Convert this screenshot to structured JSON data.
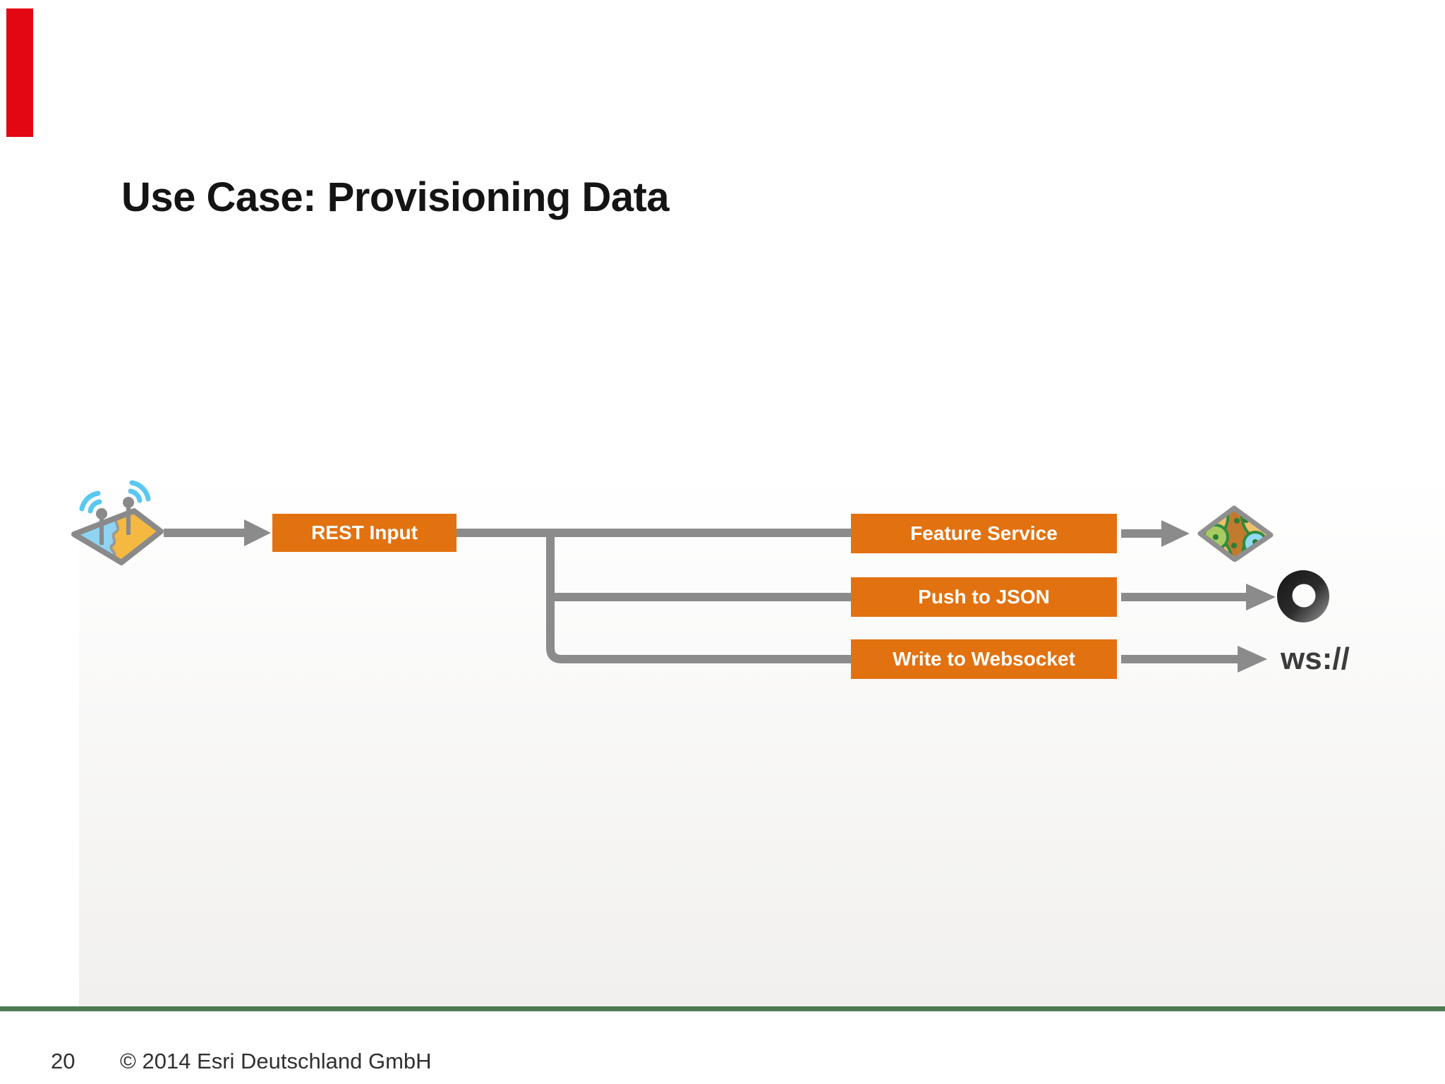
{
  "slide": {
    "title": "Use Case: Provisioning Data",
    "page_number": "20",
    "copyright": "© 2014 Esri Deutschland GmbH"
  },
  "diagram": {
    "source_icon": "wireless-sensor-map-icon",
    "input_node": {
      "label": "REST Input"
    },
    "output_nodes": [
      {
        "label": "Feature Service",
        "target_icon": "map-data-icon"
      },
      {
        "label": "Push to JSON",
        "target_icon": "json-logo-icon"
      },
      {
        "label": "Write to Websocket",
        "target_text": "ws://"
      }
    ],
    "ws_label": "ws://"
  },
  "colors": {
    "orange": "#E2710F",
    "gray": "#8B8B8B",
    "green": "#4E7A51",
    "red": "#E30613",
    "title": "#141414",
    "footer": "#303030",
    "wstext": "#3C3C3C"
  }
}
